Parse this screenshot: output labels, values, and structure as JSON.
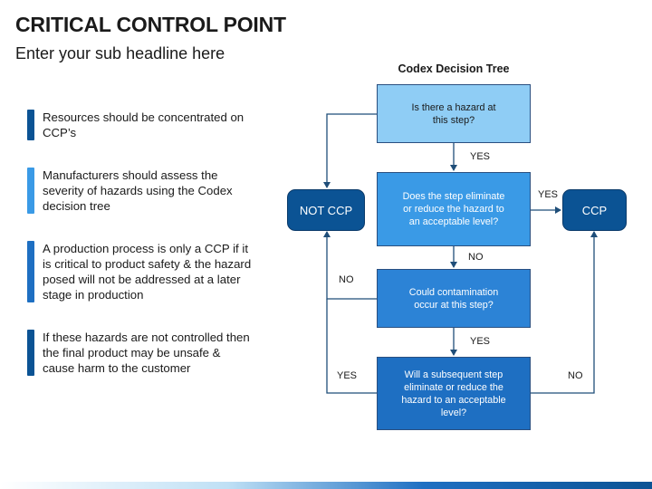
{
  "header": {
    "title": "CRITICAL CONTROL POINT",
    "subtitle": "Enter your sub headline here"
  },
  "bullets": [
    {
      "text": "Resources should be concentrated on CCP’s",
      "color": "#0b5394"
    },
    {
      "text": "Manufacturers should assess the severity of hazards using the Codex decision tree",
      "color": "#3a9ae6"
    },
    {
      "text": "A production process is only a CCP if it is critical to product safety & the hazard posed will not be addressed at a later stage in production",
      "color": "#1e6fc2"
    },
    {
      "text": "If these hazards are not controlled then the final product may be unsafe & cause harm to the customer",
      "color": "#0b5394"
    }
  ],
  "tree": {
    "title": "Codex Decision Tree",
    "q1": "Is there a hazard at this step?",
    "q2": "Does the step eliminate or reduce the hazard to an acceptable level?",
    "q3": "Could contamination occur at this step?",
    "q4": "Will a subsequent step eliminate or reduce the hazard to an acceptable level?",
    "not_ccp": "NOT CCP",
    "ccp": "CCP",
    "labels": {
      "yes_q1_q2": "YES",
      "yes_q2_ccp": "YES",
      "no_q2_q3": "NO",
      "no_q3_notccp": "NO",
      "yes_q3_q4": "YES",
      "yes_q4_notccp": "YES",
      "no_q4_ccp": "NO"
    }
  }
}
